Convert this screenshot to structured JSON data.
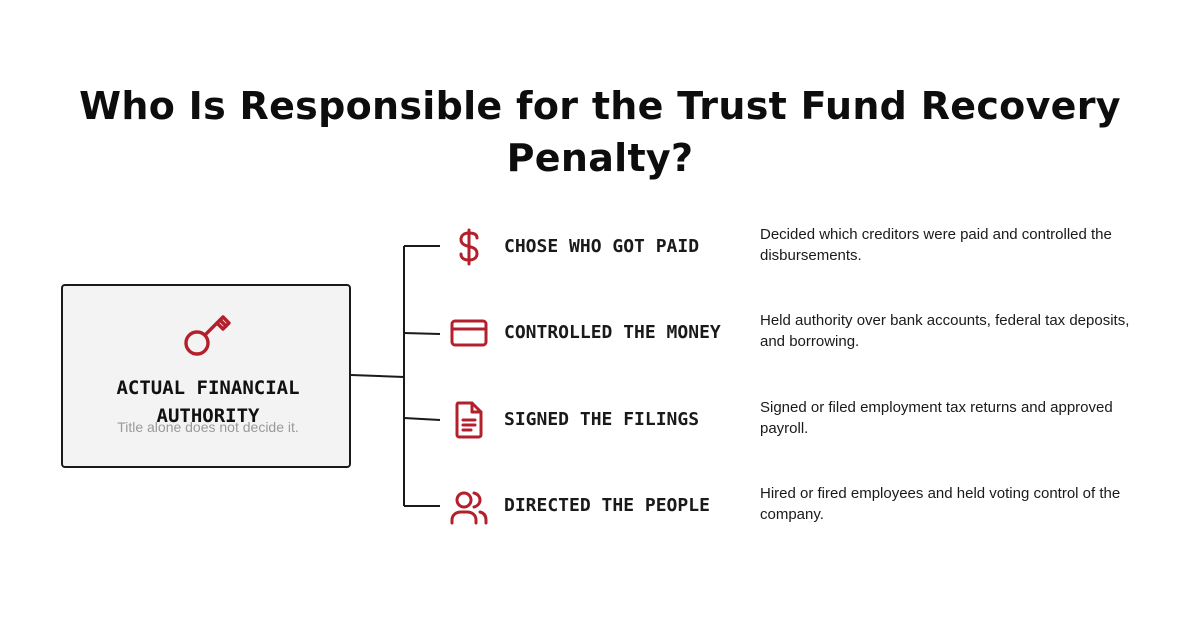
{
  "title": "Who Is Responsible for the Trust Fund Recovery Penalty?",
  "source": {
    "icon": "key-icon",
    "label": "ACTUAL FINANCIAL AUTHORITY",
    "note": "Title alone does not decide it."
  },
  "items": [
    {
      "icon": "dollar-sign-icon",
      "label": "CHOSE WHO GOT PAID",
      "description": "Decided which creditors were paid and controlled the disbursements."
    },
    {
      "icon": "credit-card-icon",
      "label": "CONTROLLED THE MONEY",
      "description": "Held authority over bank accounts, federal tax deposits, and borrowing."
    },
    {
      "icon": "document-icon",
      "label": "SIGNED THE FILINGS",
      "description": "Signed or filed employment tax returns and approved payroll."
    },
    {
      "icon": "users-icon",
      "label": "DIRECTED THE PEOPLE",
      "description": "Hired or fired employees and held voting control of the company."
    }
  ],
  "colors": {
    "accent": "#b3202c",
    "text": "#111111",
    "box_fill": "#f3f3f3",
    "box_border": "#1a1a1a",
    "note": "#9a9a9a",
    "connector": "#1a1a1a"
  }
}
